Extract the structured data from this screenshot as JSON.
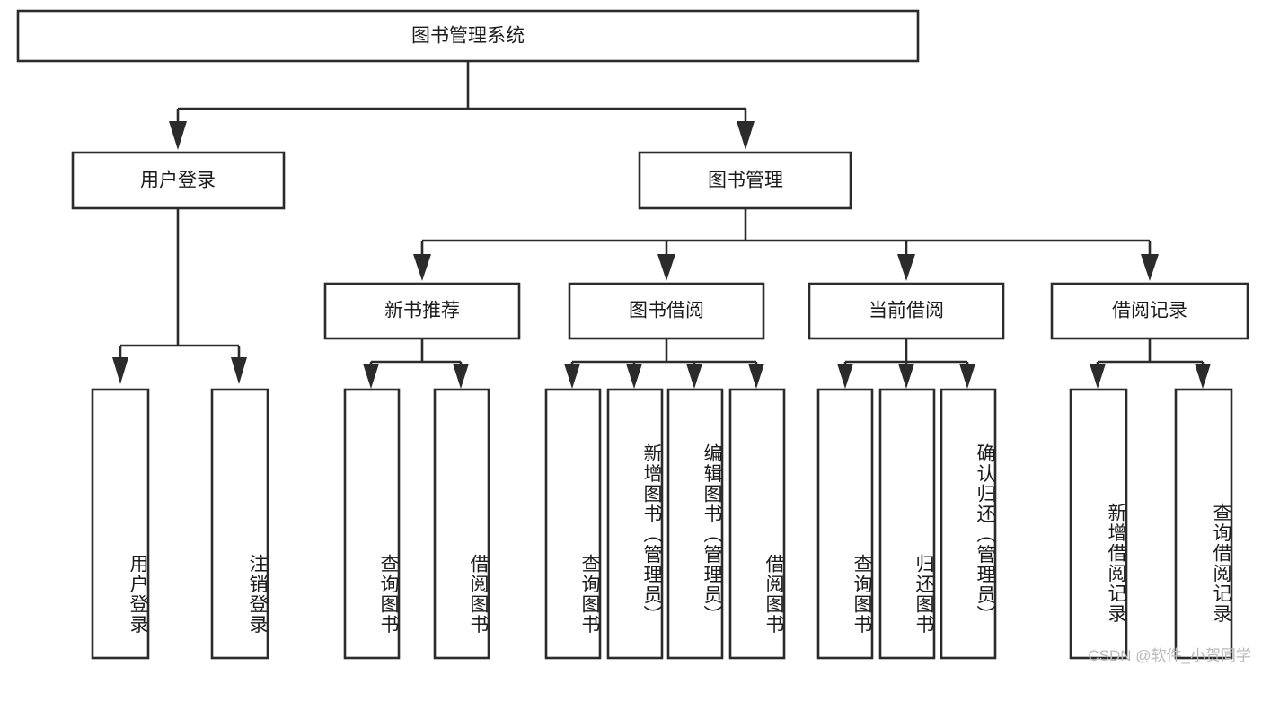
{
  "diagram": {
    "type": "tree-hierarchy",
    "title": "图书管理系统",
    "watermark": "CSDN @软件_小贺同学",
    "colors": {
      "stroke": "#2b2b2b",
      "fill": "#ffffff",
      "text": "#1b1b1b",
      "watermark": "#b9b9b9",
      "background": "#ffffff"
    },
    "levels": {
      "root_label": "图书管理系统",
      "level2": [
        {
          "id": "user-login",
          "label": "用户登录"
        },
        {
          "id": "book-management",
          "label": "图书管理"
        }
      ],
      "level3": [
        {
          "id": "new-book-recommend",
          "label": "新书推荐",
          "parent": "book-management"
        },
        {
          "id": "book-borrow",
          "label": "图书借阅",
          "parent": "book-management"
        },
        {
          "id": "current-borrow",
          "label": "当前借阅",
          "parent": "book-management"
        },
        {
          "id": "borrow-record",
          "label": "借阅记录",
          "parent": "book-management"
        }
      ],
      "leaves": [
        {
          "id": "leaf-user-login",
          "label": "用户登录",
          "parent": "user-login"
        },
        {
          "id": "leaf-logout-login",
          "label": "注销登录",
          "parent": "user-login"
        },
        {
          "id": "leaf-query-book-1",
          "label": "查询图书",
          "parent": "new-book-recommend"
        },
        {
          "id": "leaf-borrow-book-1",
          "label": "借阅图书",
          "parent": "new-book-recommend"
        },
        {
          "id": "leaf-query-book-2",
          "label": "查询图书",
          "parent": "book-borrow"
        },
        {
          "id": "leaf-add-book",
          "label": "新增图书（管理员）",
          "parent": "book-borrow"
        },
        {
          "id": "leaf-edit-book",
          "label": "编辑图书（管理员）",
          "parent": "book-borrow"
        },
        {
          "id": "leaf-borrow-book-2",
          "label": "借阅图书",
          "parent": "book-borrow"
        },
        {
          "id": "leaf-query-book-3",
          "label": "查询图书",
          "parent": "current-borrow"
        },
        {
          "id": "leaf-return-book",
          "label": "归还图书",
          "parent": "current-borrow"
        },
        {
          "id": "leaf-confirm-return",
          "label": "确认归还（管理员）",
          "parent": "current-borrow"
        },
        {
          "id": "leaf-add-record",
          "label": "新增借阅记录",
          "parent": "borrow-record"
        },
        {
          "id": "leaf-query-record",
          "label": "查询借阅记录",
          "parent": "borrow-record"
        }
      ]
    }
  }
}
